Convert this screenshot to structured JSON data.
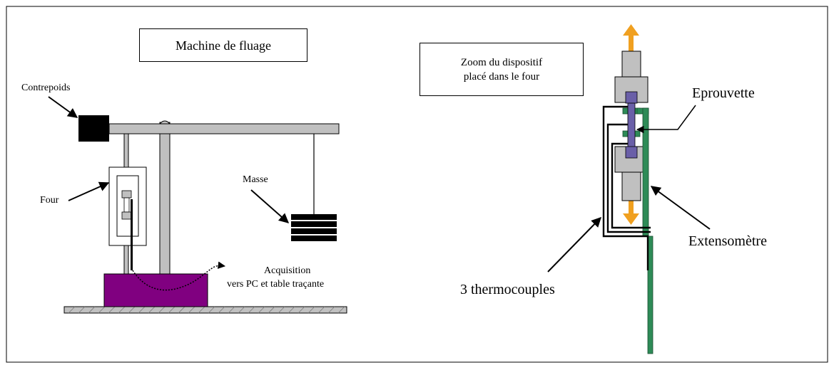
{
  "left_panel": {
    "title": "Machine de fluage",
    "labels": {
      "counterweight": "Contrepoids",
      "furnace": "Four",
      "mass": "Masse",
      "acquisition_line1": "Acquisition",
      "acquisition_line2": "vers PC et table traçante"
    }
  },
  "right_panel": {
    "zoom_line1": "Zoom du dispositif",
    "zoom_line2": "placé dans le four",
    "labels": {
      "specimen": "Eprouvette",
      "extensometer": "Extensomètre",
      "thermocouples": "3 thermocouples"
    }
  },
  "colors": {
    "grey": "#c0c0c0",
    "black": "#000000",
    "purple": "#800080",
    "green": "#2e8b57",
    "specimen_blue": "#6a5fa8",
    "arrow_orange": "#f0a020"
  }
}
